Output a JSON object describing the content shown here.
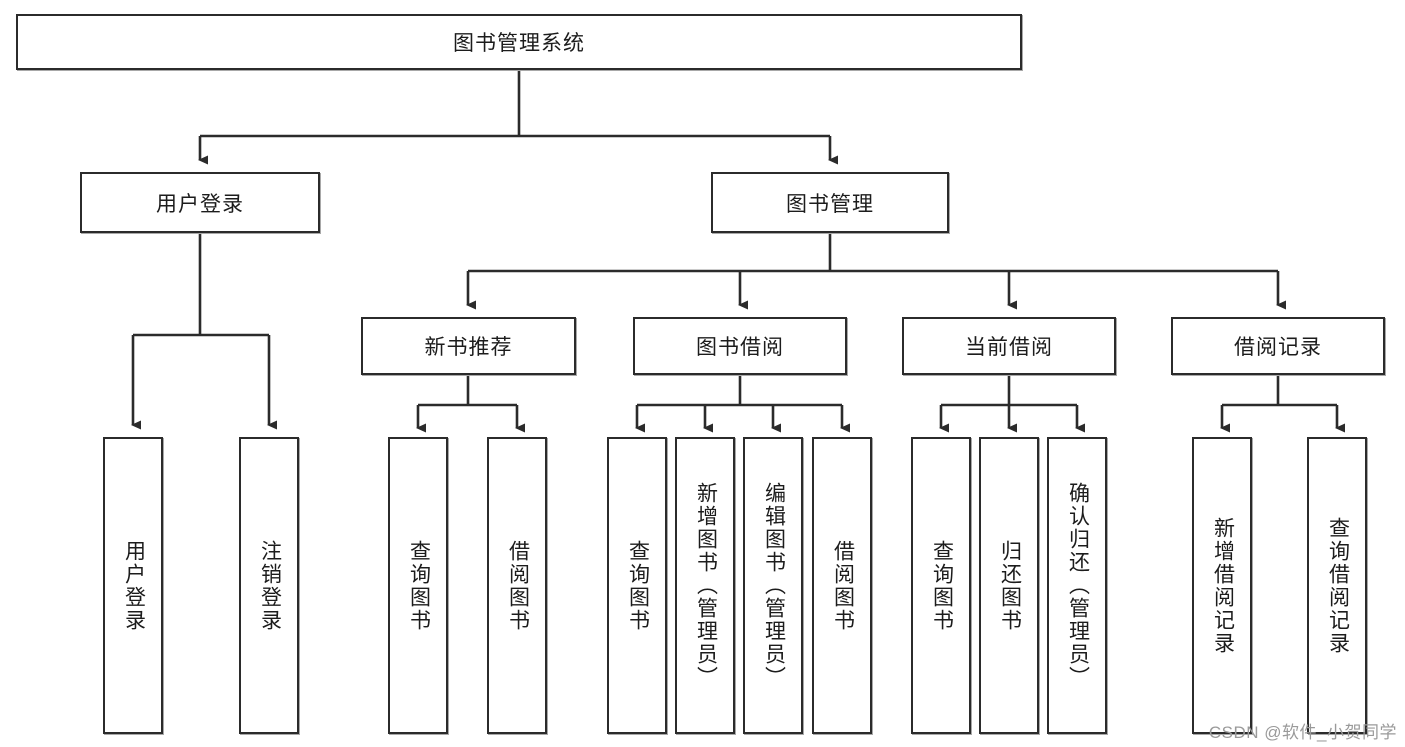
{
  "diagram": {
    "type": "tree-hierarchy",
    "title": "图书管理系统",
    "root": {
      "label": "图书管理系统"
    },
    "level1": [
      {
        "id": "user-login",
        "label": "用户登录"
      },
      {
        "id": "book-manage",
        "label": "图书管理"
      }
    ],
    "level2": [
      {
        "id": "new-book-recommend",
        "label": "新书推荐",
        "parent": "book-manage"
      },
      {
        "id": "book-borrow",
        "label": "图书借阅",
        "parent": "book-manage"
      },
      {
        "id": "current-borrow",
        "label": "当前借阅",
        "parent": "book-manage"
      },
      {
        "id": "borrow-record",
        "label": "借阅记录",
        "parent": "book-manage"
      }
    ],
    "leaves": {
      "user-login": [
        {
          "id": "leaf-user-login",
          "label": "用户登录"
        },
        {
          "id": "leaf-user-logout",
          "label": "注销登录"
        }
      ],
      "new-book-recommend": [
        {
          "id": "leaf-query-book-1",
          "label": "查询图书"
        },
        {
          "id": "leaf-borrow-book-1",
          "label": "借阅图书"
        }
      ],
      "book-borrow": [
        {
          "id": "leaf-query-book-2",
          "label": "查询图书"
        },
        {
          "id": "leaf-add-book",
          "label": "新增图书（管理员）"
        },
        {
          "id": "leaf-edit-book",
          "label": "编辑图书（管理员）"
        },
        {
          "id": "leaf-borrow-book-2",
          "label": "借阅图书"
        }
      ],
      "current-borrow": [
        {
          "id": "leaf-query-book-3",
          "label": "查询图书"
        },
        {
          "id": "leaf-return-book",
          "label": "归还图书"
        },
        {
          "id": "leaf-confirm-return",
          "label": "确认归还（管理员）"
        }
      ],
      "borrow-record": [
        {
          "id": "leaf-add-record",
          "label": "新增借阅记录"
        },
        {
          "id": "leaf-query-record",
          "label": "查询借阅记录"
        }
      ]
    },
    "colors": {
      "border": "#2b2b2b",
      "shadow": "#a8a8a8",
      "background": "#ffffff",
      "text": "#1c1c1c",
      "watermark": "#9a9a9a"
    }
  },
  "watermark": {
    "text": "CSDN @软件_小贺同学"
  }
}
